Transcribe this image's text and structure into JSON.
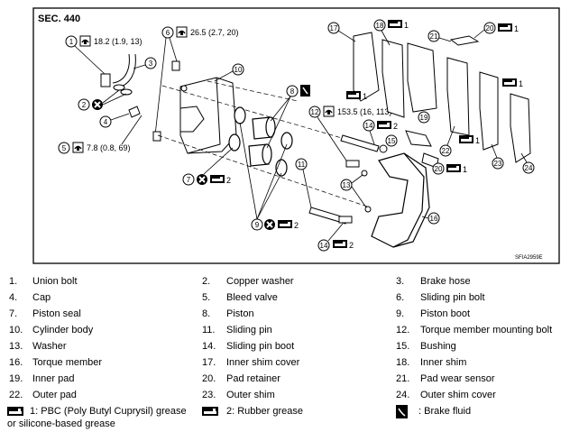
{
  "diagram": {
    "section": "SEC. 440",
    "code": "SFIA2959E",
    "torques": {
      "t1": "18.2 (1.9, 13)",
      "t5": "7.8 (0.8, 69)",
      "t6": "26.5 (2.7, 20)",
      "t12": "153.5 (16, 113)"
    },
    "grease_marks": {
      "m1": "1",
      "m2": "2"
    },
    "callouts": [
      "1",
      "2",
      "3",
      "4",
      "5",
      "6",
      "7",
      "8",
      "9",
      "10",
      "11",
      "12",
      "13",
      "14",
      "15",
      "16",
      "17",
      "18",
      "19",
      "20",
      "21",
      "22",
      "23",
      "24"
    ]
  },
  "legend": {
    "items": [
      {
        "num": "1.",
        "label": "Union bolt"
      },
      {
        "num": "2.",
        "label": "Copper washer"
      },
      {
        "num": "3.",
        "label": "Brake hose"
      },
      {
        "num": "4.",
        "label": "Cap"
      },
      {
        "num": "5.",
        "label": "Bleed valve"
      },
      {
        "num": "6.",
        "label": "Sliding pin bolt"
      },
      {
        "num": "7.",
        "label": "Piston seal"
      },
      {
        "num": "8.",
        "label": "Piston"
      },
      {
        "num": "9.",
        "label": "Piston boot"
      },
      {
        "num": "10.",
        "label": "Cylinder body"
      },
      {
        "num": "11.",
        "label": "Sliding pin"
      },
      {
        "num": "12.",
        "label": "Torque member mounting bolt"
      },
      {
        "num": "13.",
        "label": "Washer"
      },
      {
        "num": "14.",
        "label": "Sliding pin boot"
      },
      {
        "num": "15.",
        "label": "Bushing"
      },
      {
        "num": "16.",
        "label": "Torque member"
      },
      {
        "num": "17.",
        "label": "Inner shim cover"
      },
      {
        "num": "18.",
        "label": "Inner shim"
      },
      {
        "num": "19.",
        "label": "Inner pad"
      },
      {
        "num": "20.",
        "label": "Pad retainer"
      },
      {
        "num": "21.",
        "label": "Pad wear sensor"
      },
      {
        "num": "22.",
        "label": "Outer pad"
      },
      {
        "num": "23.",
        "label": "Outer shim"
      },
      {
        "num": "24.",
        "label": "Outer shim cover"
      }
    ],
    "keys": [
      {
        "text1": "1: PBC (Poly Butyl Cuprysil) grease",
        "text2": "or silicone-based grease"
      },
      {
        "text1": "2: Rubber grease",
        "text2": ""
      },
      {
        "text1": ": Brake fluid",
        "text2": ""
      }
    ]
  }
}
